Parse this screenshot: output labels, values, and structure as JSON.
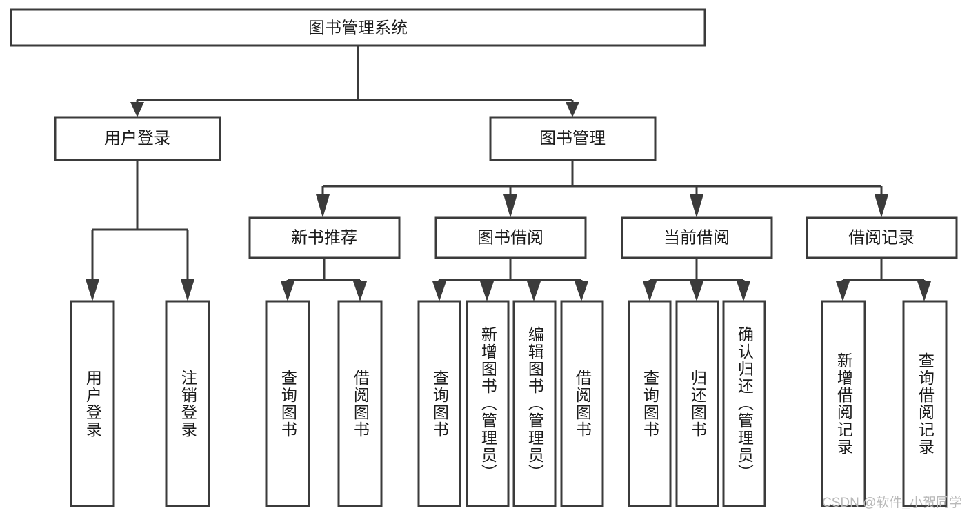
{
  "diagram": {
    "title": "图书管理系统",
    "watermark": "CSDN @软件_小贺同学",
    "accent_color": "#3b3b3b",
    "background_color": "#ffffff",
    "nodes": {
      "root": "图书管理系统",
      "level2": {
        "user_login": "用户登录",
        "book_manage": "图书管理"
      },
      "level3": {
        "new_book_rec": "新书推荐",
        "book_borrow": "图书借阅",
        "current_borrow": "当前借阅",
        "borrow_record": "借阅记录"
      },
      "leaves": {
        "user_login_1": "用户登录",
        "user_login_2": "注销登录",
        "new_book_rec_1": "查询图书",
        "new_book_rec_2": "借阅图书",
        "book_borrow_1": "查询图书",
        "book_borrow_2": "新增图书（管理员）",
        "book_borrow_3": "编辑图书（管理员）",
        "book_borrow_4": "借阅图书",
        "current_borrow_1": "查询图书",
        "current_borrow_2": "归还图书",
        "current_borrow_3": "确认归还（管理员）",
        "borrow_record_1": "新增借阅记录",
        "borrow_record_2": "查询借阅记录"
      }
    }
  }
}
